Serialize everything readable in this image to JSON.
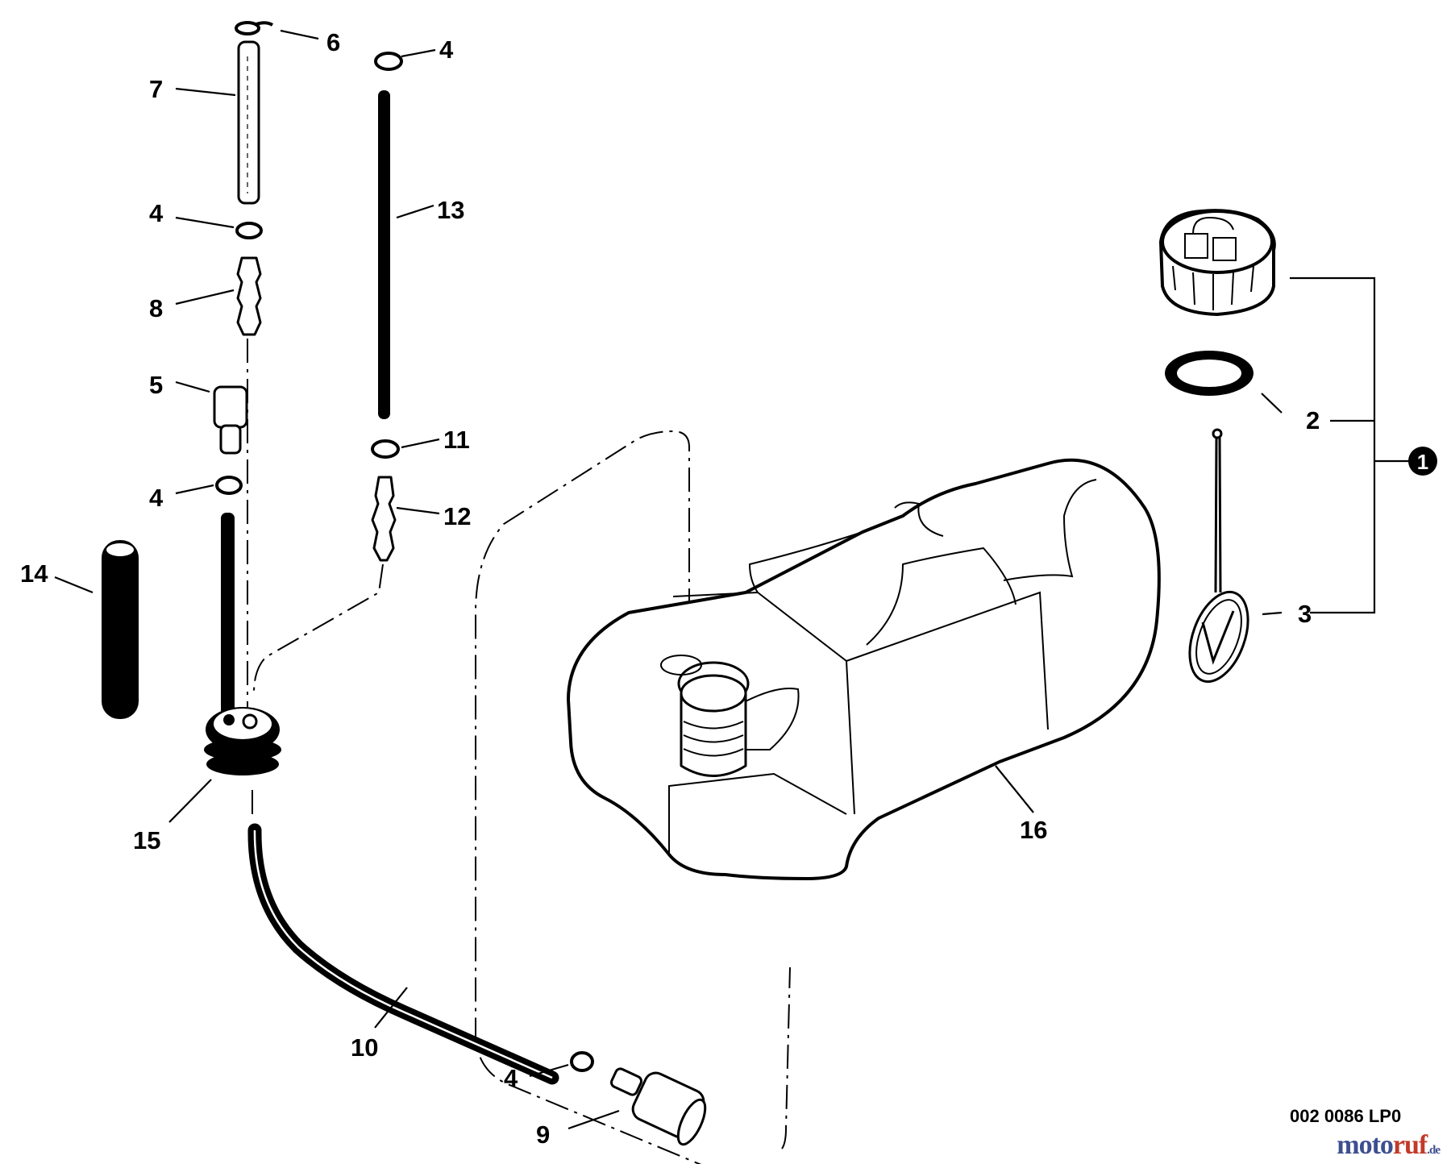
{
  "callouts": [
    {
      "id": "c6",
      "number": "6"
    },
    {
      "id": "c4a",
      "number": "4"
    },
    {
      "id": "c7",
      "number": "7"
    },
    {
      "id": "c13",
      "number": "13"
    },
    {
      "id": "c4b",
      "number": "4"
    },
    {
      "id": "c8",
      "number": "8"
    },
    {
      "id": "c5",
      "number": "5"
    },
    {
      "id": "c11",
      "number": "11"
    },
    {
      "id": "c4c",
      "number": "4"
    },
    {
      "id": "c12",
      "number": "12"
    },
    {
      "id": "c14",
      "number": "14"
    },
    {
      "id": "c15",
      "number": "15"
    },
    {
      "id": "c16",
      "number": "16"
    },
    {
      "id": "c10",
      "number": "10"
    },
    {
      "id": "c4d",
      "number": "4"
    },
    {
      "id": "c9",
      "number": "9"
    },
    {
      "id": "c2",
      "number": "2"
    },
    {
      "id": "c3",
      "number": "3"
    }
  ],
  "assembly_marker": "1",
  "drawing_code": "002 0086 LP0",
  "watermark": {
    "name": "moto",
    "accent": "ruf",
    "tld": ".de"
  },
  "colors": {
    "line": "#000000",
    "background": "#ffffff",
    "watermark_blue": "#3d4f8f",
    "watermark_red": "#c23a2a"
  }
}
